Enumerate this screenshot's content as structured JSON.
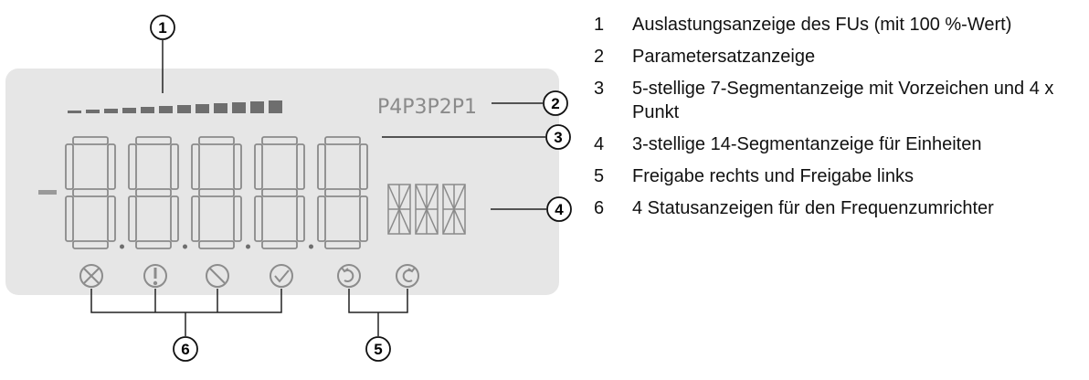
{
  "colors": {
    "lcd_background": "#e6e6e6",
    "segment_stroke": "#8a8a8a",
    "bar_fill": "#6e6e6e",
    "icon_stroke": "#8c8c8c",
    "callout_line": "#222222"
  },
  "display": {
    "load_bar_segments": 12,
    "parameter_set_label": "P4P3P2P1",
    "digit_count": 5,
    "unit_char_count": 3,
    "status_icons": [
      "error-icon",
      "warning-icon",
      "inhibit-icon",
      "ok-icon"
    ],
    "enable_icons": [
      "rotate-left-icon",
      "rotate-right-icon"
    ]
  },
  "callouts": [
    "1",
    "2",
    "3",
    "4",
    "5",
    "6"
  ],
  "legend": [
    {
      "number": "1",
      "text": "Auslastungsanzeige des FUs (mit 100 %-Wert)"
    },
    {
      "number": "2",
      "text": "Parametersatzanzeige"
    },
    {
      "number": "3",
      "text": "5-stellige 7-Segmentanzeige mit Vorzeichen und 4 x Punkt"
    },
    {
      "number": "4",
      "text": "3-stellige 14-Segmentanzeige für Einheiten"
    },
    {
      "number": "5",
      "text": "Freigabe rechts und Freigabe links"
    },
    {
      "number": "6",
      "text": "4 Statusanzeigen für den Frequenzumrichter"
    }
  ]
}
